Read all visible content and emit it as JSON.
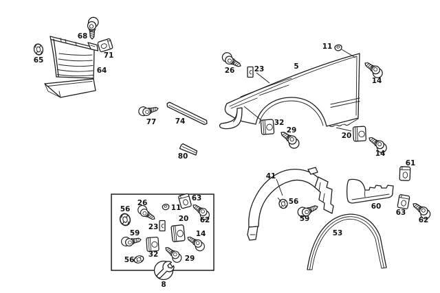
{
  "figure": {
    "kind": "exploded-parts-diagram",
    "colors": {
      "background": "#ffffff",
      "line": "#1d1d1d",
      "label": "#121212"
    },
    "icons": {
      "kit_badge": "wrench-icon"
    }
  },
  "callouts": {
    "grille": {
      "screw": "68",
      "nut": "65",
      "clip": "71",
      "panel": "64"
    },
    "molding": {
      "screw": "77",
      "strip": "74",
      "pad": "80"
    },
    "fender": {
      "screw_front": "26",
      "clip_front": "23",
      "panel": "5",
      "nut_rear": "11",
      "bolt_upper": "14",
      "bracket_front": "32",
      "screw_bottom": "29",
      "bracket_sill": "20",
      "bolt_sill": "14"
    },
    "hardware_kit": {
      "nut_upper": "56",
      "screw_a": "26",
      "nut_small": "11",
      "clip_plate": "63",
      "screw_b": "62",
      "clip_small": "23",
      "bracket_a": "20",
      "screw_c": "59",
      "bolt_a": "14",
      "bracket_b": "32",
      "nut_lower": "56",
      "screw_d": "29",
      "kit_symbol": "8"
    },
    "wheelhouse": {
      "liner": "41",
      "nut": "56",
      "screw": "59",
      "arch_trim": "53",
      "stone_guard": "60",
      "clip_upper": "61",
      "clip_lower": "63",
      "screw_side": "62"
    }
  }
}
